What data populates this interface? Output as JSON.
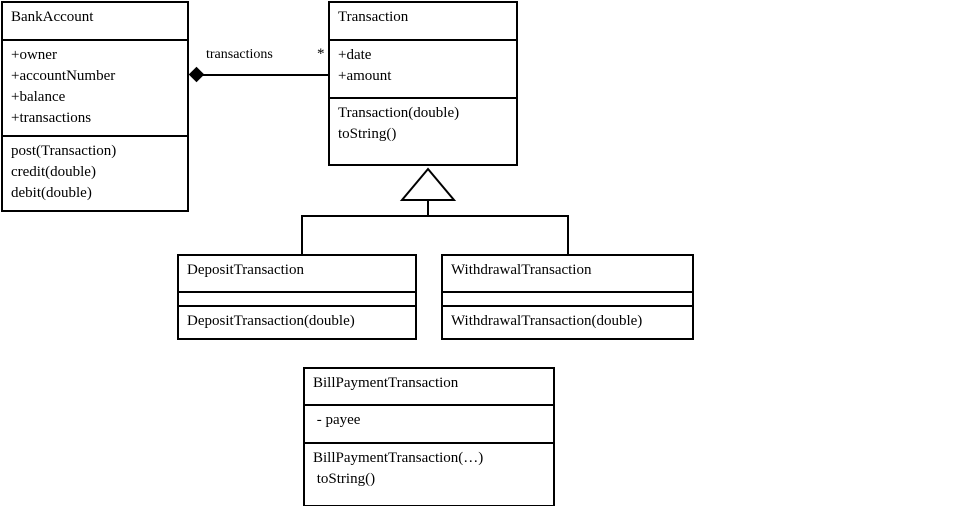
{
  "diagram": {
    "type": "uml-class-diagram",
    "title": "BankAccount / Transaction class hierarchy",
    "background_color": "#ffffff",
    "line_color": "#000000"
  },
  "classes": {
    "bank_account": {
      "name": "BankAccount",
      "attributes": [
        "+owner",
        "+accountNumber",
        "+balance",
        "+transactions"
      ],
      "methods": [
        "post(Transaction)",
        "credit(double)",
        "debit(double)"
      ]
    },
    "transaction": {
      "name": "Transaction",
      "attributes": [
        "+date",
        "+amount"
      ],
      "methods": [
        "Transaction(double)",
        "toString()"
      ]
    },
    "deposit_transaction": {
      "name": "DepositTransaction",
      "attributes": [],
      "methods": [
        "DepositTransaction(double)"
      ]
    },
    "withdrawal_transaction": {
      "name": "WithdrawalTransaction",
      "attributes": [],
      "methods": [
        "WithdrawalTransaction(double)"
      ]
    },
    "bill_payment_transaction": {
      "name": "BillPaymentTransaction",
      "attributes": [
        " - payee"
      ],
      "methods": [
        "BillPaymentTransaction(…)",
        " toString()"
      ]
    }
  },
  "relationships": {
    "composition": {
      "kind": "composition",
      "from": "BankAccount",
      "to": "Transaction",
      "role_label": "transactions",
      "multiplicity": "*"
    },
    "generalization_deposit": {
      "kind": "generalization",
      "from": "DepositTransaction",
      "to": "Transaction"
    },
    "generalization_withdrawal": {
      "kind": "generalization",
      "from": "WithdrawalTransaction",
      "to": "Transaction"
    }
  }
}
